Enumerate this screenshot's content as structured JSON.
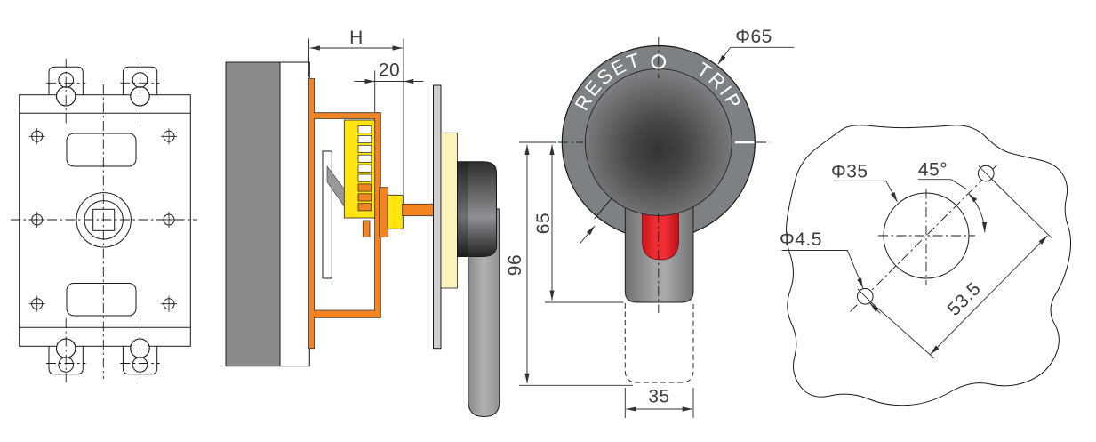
{
  "colors": {
    "orange": "#F28422",
    "yellow": "#FFE412",
    "cream": "#FAF4BA",
    "body_gray": "#8A8A8A",
    "panel_gray": "#CDCECF",
    "wedge_gray": "#98999B",
    "ring_gray": "#7E8184",
    "red": "#E8242B",
    "line": "#1A1A1A",
    "dim_text": "#3B3D3F"
  },
  "side_view": {
    "height_dim": "H",
    "depth_dim": "20"
  },
  "front_view": {
    "reset_label": "RESET",
    "trip_label": "TRIP",
    "diameter_dim": "Φ65",
    "overall_height_dim": "96",
    "handle_travel_dim": "65",
    "handle_width_dim": "35"
  },
  "drill_template": {
    "center_hole_dim": "Φ35",
    "screw_hole_dim": "Φ4.5",
    "angle_dim": "45°",
    "spacing_dim": "53.5"
  }
}
